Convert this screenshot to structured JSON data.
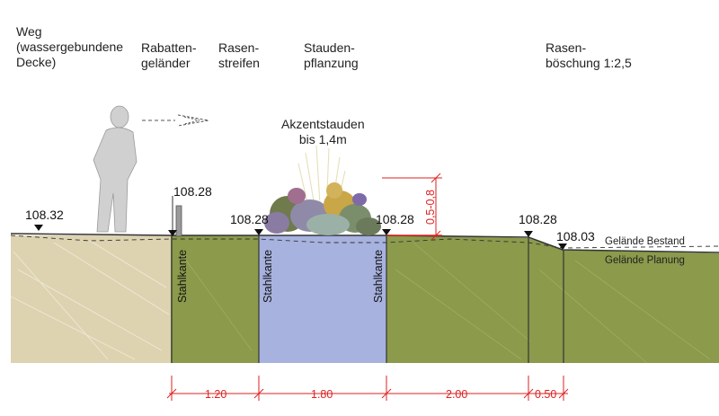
{
  "headers": [
    {
      "id": "weg",
      "text": "Weg\n(wassergebundene\nDecke)"
    },
    {
      "id": "rabatten",
      "text": "Rabatten-\ngeländer"
    },
    {
      "id": "rasenstreifen",
      "text": "Rasen-\nstreifen"
    },
    {
      "id": "stauden",
      "text": "Stauden-\npflanzung"
    },
    {
      "id": "rasenboeschung",
      "text": "Rasen-\nböschung 1:2,5"
    }
  ],
  "annotation": {
    "text": "Akzentstauden\nbis 1,4m"
  },
  "elevations": [
    "108.32",
    "108.28",
    "108.28",
    "108.28",
    "108.28",
    "108.03"
  ],
  "edge_labels": [
    "Stahlkante",
    "Stahlkante",
    "Stahlkante"
  ],
  "ground_labels": {
    "existing": "Gelände Bestand",
    "planned": "Gelände Planung"
  },
  "height_dimension": "0,5-0,8",
  "dimensions": [
    "1.20",
    "1.80",
    "2.00",
    "0.50"
  ],
  "colors": {
    "path_fill": "#ddd3b1",
    "lawn_fill": "#8b9a4b",
    "bed_fill": "#a7b2df",
    "dimension_red": "#dd2222",
    "person": "#d0d0d0"
  }
}
